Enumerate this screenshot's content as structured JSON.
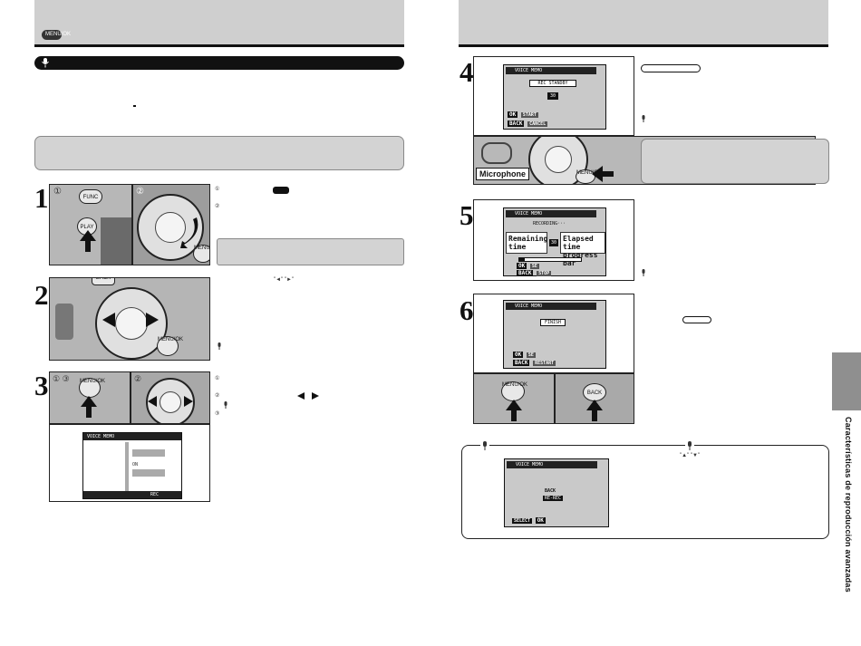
{
  "left_header": {
    "badge": "MENU/OK"
  },
  "steps": {
    "s1": "1",
    "s2": "2",
    "s3": "3",
    "s4": "4",
    "s5": "5",
    "s6": "6"
  },
  "step1": {
    "circle1": "①",
    "circle2": "②",
    "func_label": "FUNC",
    "play_label": "PLAY",
    "menu_label": "MENU/OK",
    "note1": "①",
    "note2": "②"
  },
  "step2": {
    "back_label": "BACK",
    "menu_label": "MENU/OK",
    "arrows": "\"◄\" \"►\""
  },
  "step3": {
    "circle13": "① ③",
    "circle2": "②",
    "menu_label": "MENU/OK",
    "lcd_title": "VOICE MEMO",
    "lcd_row": "ON",
    "lcd_footer": "REC",
    "note1": "①",
    "note2": "②",
    "note3": "③"
  },
  "step4": {
    "lcd_title": "VOICE MEMO",
    "status": "REC STANDBY",
    "counter": "30",
    "ok": "OK",
    "ok_action": "START",
    "back": "BACK",
    "back_action": "CANCEL",
    "mic_label": "Microphone",
    "menu_label": "MENU/OK"
  },
  "step5": {
    "lcd_title": "VOICE MEMO",
    "status": "RECORDING···",
    "counter": "30",
    "remaining": "Remaining time",
    "elapsed": "Elapsed time progress bar",
    "ok": "OK",
    "ok_action": "SE",
    "back": "BACK",
    "back_action": "STOP"
  },
  "step6": {
    "lcd_title": "VOICE MEMO",
    "status": "FINISH",
    "ok": "OK",
    "ok_action": "SE",
    "back": "BACK",
    "back_action": "RESTART",
    "menu_label": "MENU/OK",
    "back_button": "BACK"
  },
  "bottom_box": {
    "lcd_title": "VOICE MEMO",
    "option1": "BACK",
    "option2": "RE-REC",
    "select": "SELECT",
    "ok": "OK",
    "updown": "\"▲\" \"▼\""
  },
  "side_text": "Características de reproducción avanzadas"
}
